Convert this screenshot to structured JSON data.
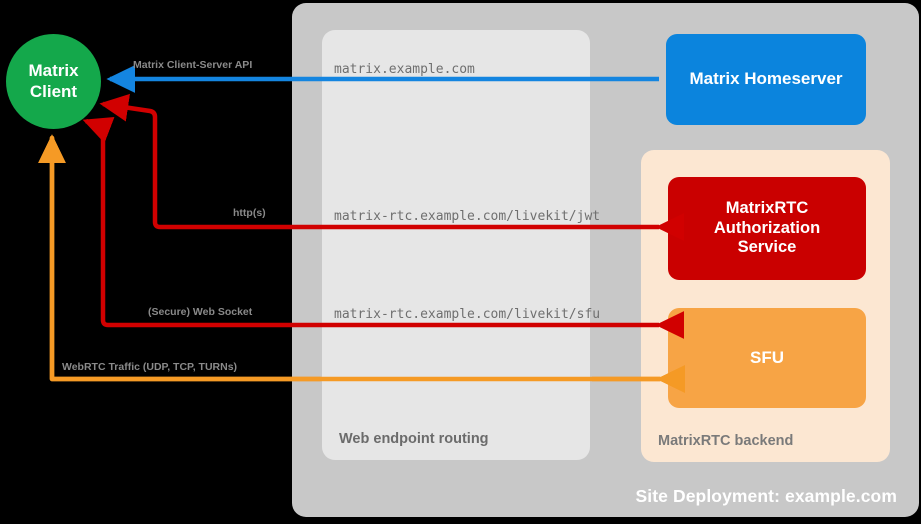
{
  "diagram": {
    "site_container": {
      "label": "Site Deployment: example.com",
      "color": "#c8c8c8"
    },
    "routing_container": {
      "label": "Web endpoint routing",
      "color": "#e6e6e6"
    },
    "backend_container": {
      "label": "MatrixRTC backend",
      "color": "#fce7d2"
    },
    "nodes": [
      {
        "id": "matrix-client",
        "label_line1": "Matrix",
        "label_line2": "Client",
        "color": "#14a84b",
        "shape": "circle"
      },
      {
        "id": "matrix-homeserver",
        "label": "Matrix Homeserver",
        "color": "#0b84dd",
        "shape": "rounded-rect"
      },
      {
        "id": "matrixrtc-authorization-service",
        "label_line1": "MatrixRTC",
        "label_line2": "Authorization",
        "label_line3": "Service",
        "color": "#ca0000",
        "shape": "rounded-rect"
      },
      {
        "id": "sfu",
        "label": "SFU",
        "color": "#f7a445",
        "shape": "rounded-rect"
      }
    ],
    "edges": [
      {
        "id": "client-server-api",
        "protocol_label": "Matrix Client-Server API",
        "endpoint_label": "matrix.example.com",
        "color": "#1485e0",
        "direction": "homeserver-to-client"
      },
      {
        "id": "livekit-jwt",
        "protocol_label": "http(s)",
        "endpoint_label": "matrix-rtc.example.com/livekit/jwt",
        "color": "#d10000",
        "direction": "bidirectional"
      },
      {
        "id": "livekit-sfu",
        "protocol_label": "(Secure) Web Socket",
        "endpoint_label": "matrix-rtc.example.com/livekit/sfu",
        "color": "#d10000",
        "direction": "bidirectional"
      },
      {
        "id": "webrtc-traffic",
        "protocol_label": "WebRTC Traffic (UDP, TCP, TURNs)",
        "endpoint_label": "",
        "color": "#f59a25",
        "direction": "bidirectional"
      }
    ]
  }
}
